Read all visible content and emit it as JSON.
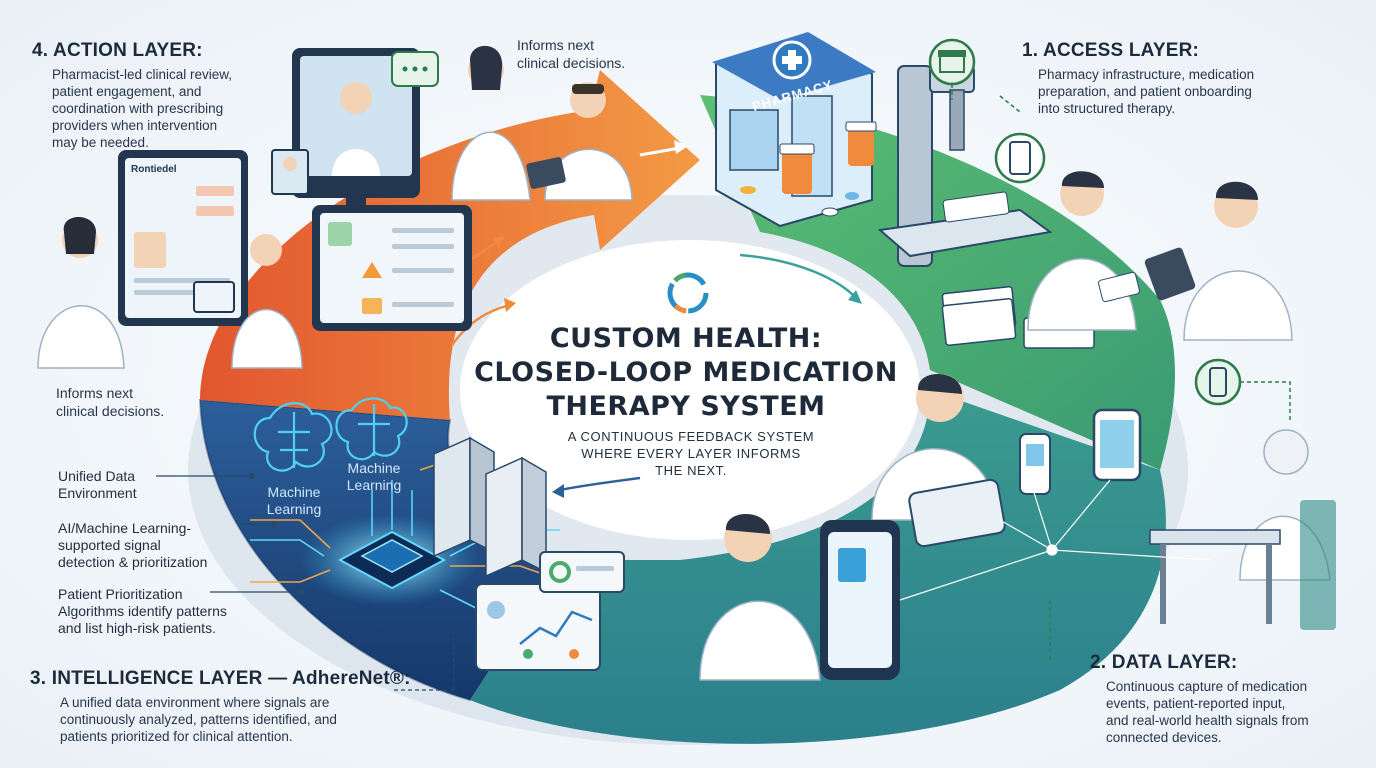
{
  "diagram": {
    "title_line1": "CUSTOM HEALTH:",
    "title_line2": "CLOSED-LOOP MEDICATION",
    "title_line3": "THERAPY SYSTEM",
    "subtitle_line1": "A CONTINUOUS FEEDBACK SYSTEM",
    "subtitle_line2": "WHERE EVERY LAYER INFORMS",
    "subtitle_line3": "THE NEXT."
  },
  "access_layer": {
    "title": "1. ACCESS LAYER:",
    "line1": "Pharmacy infrastructure, medication",
    "line2": "preparation, and patient onboarding",
    "line3": "into structured therapy.",
    "sign": "PHARMACY"
  },
  "data_layer": {
    "title": "2. DATA LAYER:",
    "line1": "Continuous capture of medication",
    "line2": "events, patient-reported input,",
    "line3": "and real-world health signals from",
    "line4": "connected devices."
  },
  "intelligence_layer": {
    "title": "3. INTELLIGENCE LAYER — ",
    "brand": "AdhereNet®:",
    "line1": "A unified data environment where signals are",
    "line2": "continuously analyzed, patterns identified, and",
    "line3": "patients prioritized for clinical attention.",
    "item1_line1": "Unified Data",
    "item1_line2": "Environment",
    "item2_line1": "AI/Machine Learning-",
    "item2_line2": "supported signal",
    "item2_line3": "detection & prioritization",
    "item3_title": "Patient Prioritization",
    "item3_line1": "Algorithms identify patterns",
    "item3_line2": "and list high-risk patients.",
    "ml_label1_line1": "Machine",
    "ml_label1_line2": "Learning",
    "ml_label2_line1": "Machine",
    "ml_label2_line2": "Learning"
  },
  "action_layer": {
    "title": "4. ACTION LAYER:",
    "line1": "Pharmacist-led clinical review,",
    "line2": "patient engagement, and",
    "line3": "coordination with prescribing",
    "line4": "providers when intervention",
    "line5": "may be needed.",
    "screen_label": "Rontiedel"
  },
  "notes": {
    "top_line1": "Informs next",
    "top_line2": "clinical decisions.",
    "left_line1": "Informs next",
    "left_line2": "clinical decisions."
  },
  "colors": {
    "access": "#4aa96c",
    "data": "#2f8a86",
    "intelligence": "#1f4f8a",
    "action": "#e8743a"
  }
}
